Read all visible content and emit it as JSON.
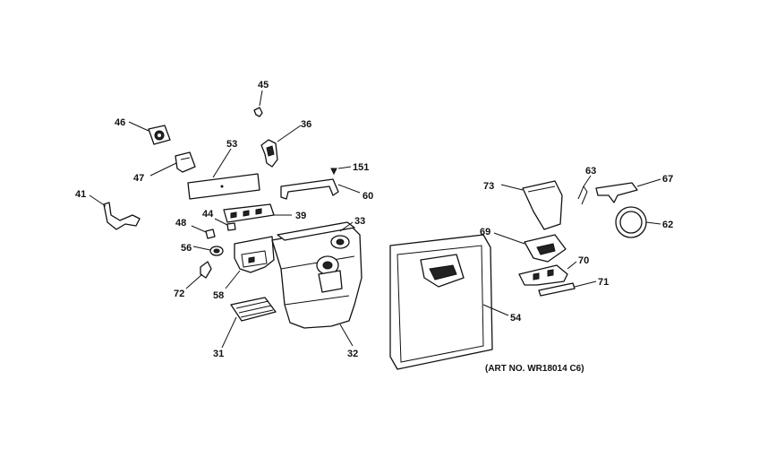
{
  "callouts": {
    "c45": "45",
    "c46": "46",
    "c36": "36",
    "c53": "53",
    "c47": "47",
    "c151": "151",
    "c41": "41",
    "c60": "60",
    "c44": "44",
    "c39": "39",
    "c33": "33",
    "c48": "48",
    "c56": "56",
    "c72": "72",
    "c58": "58",
    "c31": "31",
    "c32": "32",
    "c54": "54",
    "c73": "73",
    "c63": "63",
    "c67": "67",
    "c62": "62",
    "c69": "69",
    "c70": "70",
    "c71": "71"
  },
  "art_number": "(ART NO. WR18014 C6)"
}
